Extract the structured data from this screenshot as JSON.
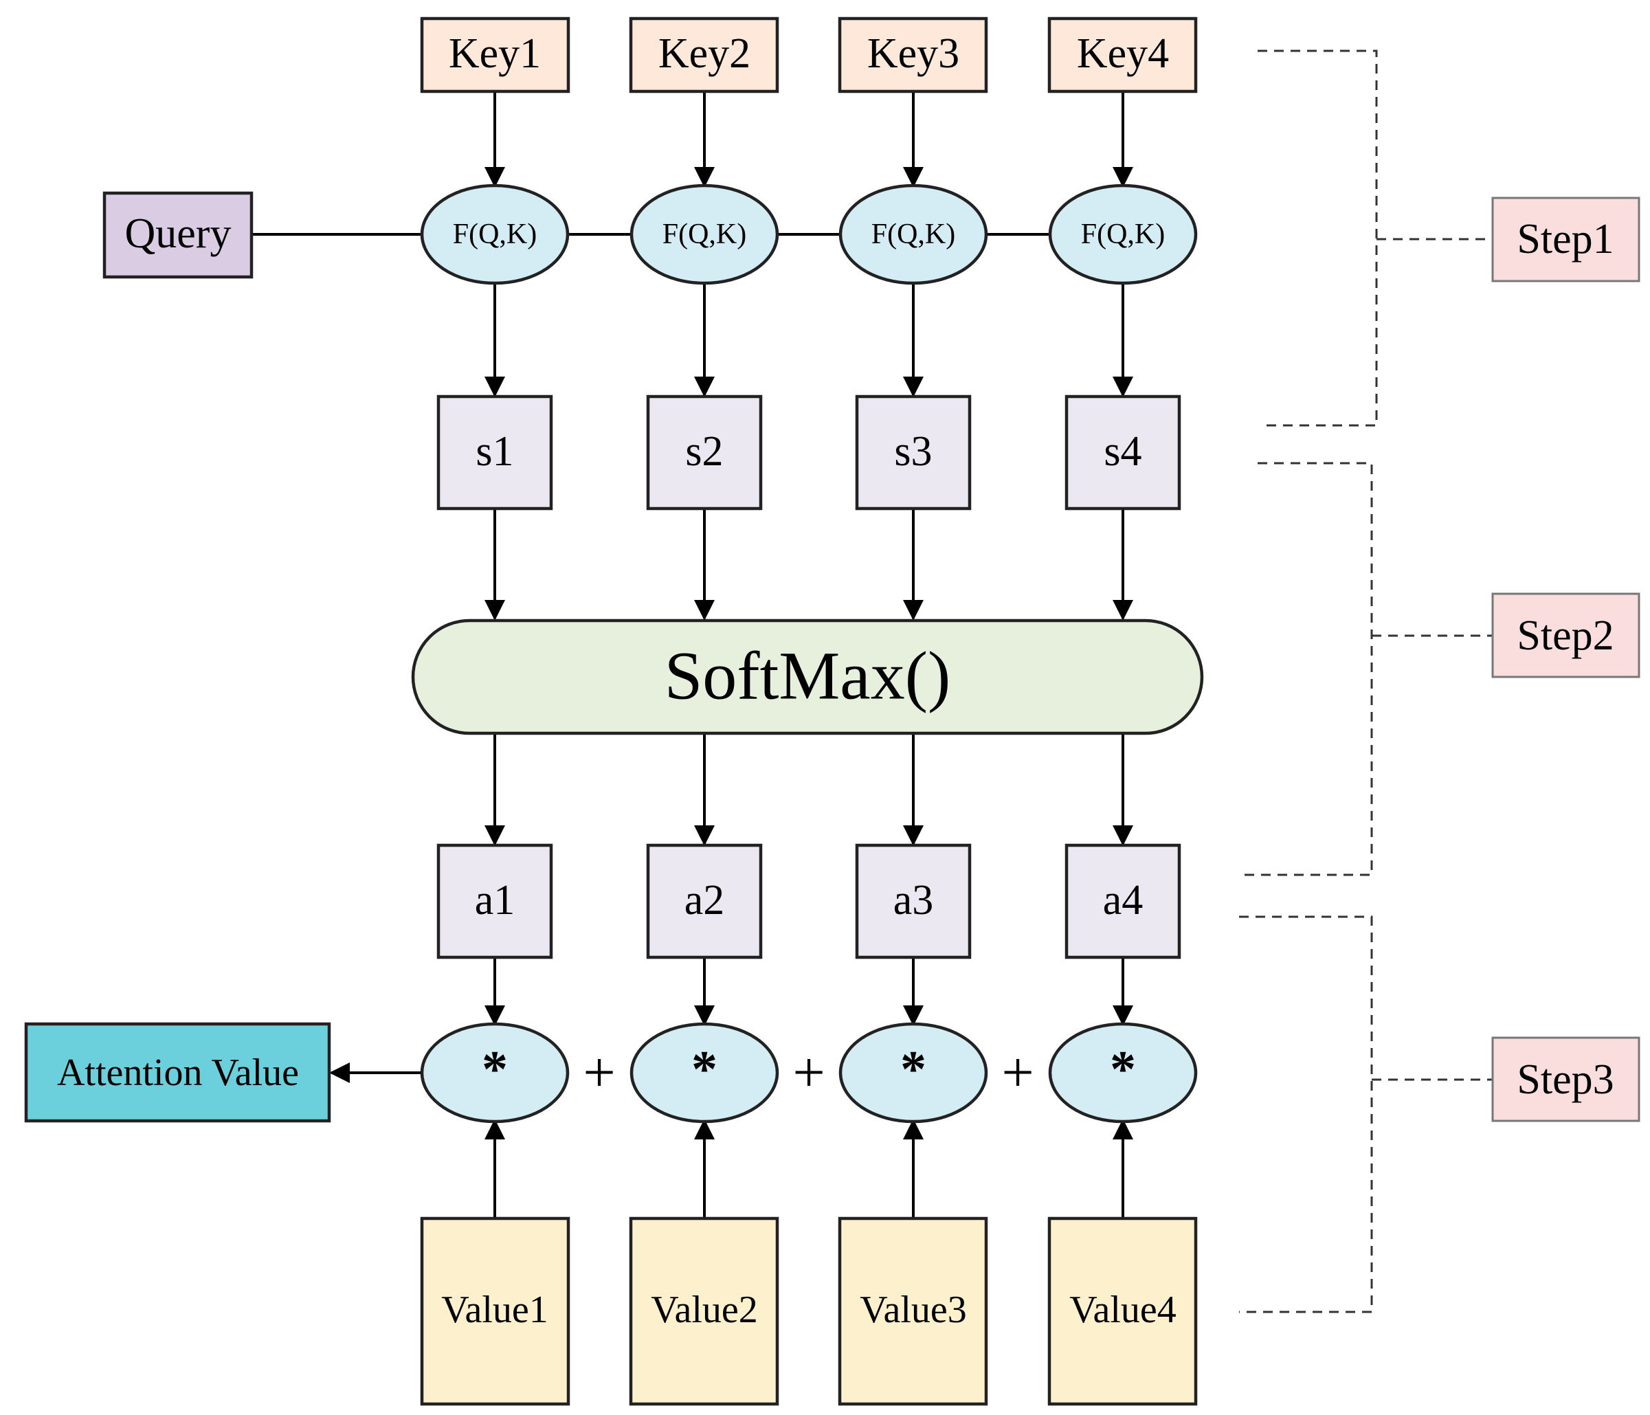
{
  "keys": [
    "Key1",
    "Key2",
    "Key3",
    "Key4"
  ],
  "query": "Query",
  "compat_fn": "F(Q,K)",
  "scores": [
    "s1",
    "s2",
    "s3",
    "s4"
  ],
  "softmax": "SoftMax()",
  "weights": [
    "a1",
    "a2",
    "a3",
    "a4"
  ],
  "multiply_op": "*",
  "plus_op": "+",
  "values": [
    "Value1",
    "Value2",
    "Value3",
    "Value4"
  ],
  "output": "Attention Value",
  "steps": [
    "Step1",
    "Step2",
    "Step3"
  ],
  "colors": {
    "key_fill": "#fde8d9",
    "query_fill": "#d9cce3",
    "ellipse_fill": "#d4edf4",
    "score_fill": "#ebe8f2",
    "softmax_fill": "#e6f0dd",
    "value_fill": "#fdf1cd",
    "output_fill": "#6ccfdc",
    "step_fill": "#f9dedd"
  }
}
